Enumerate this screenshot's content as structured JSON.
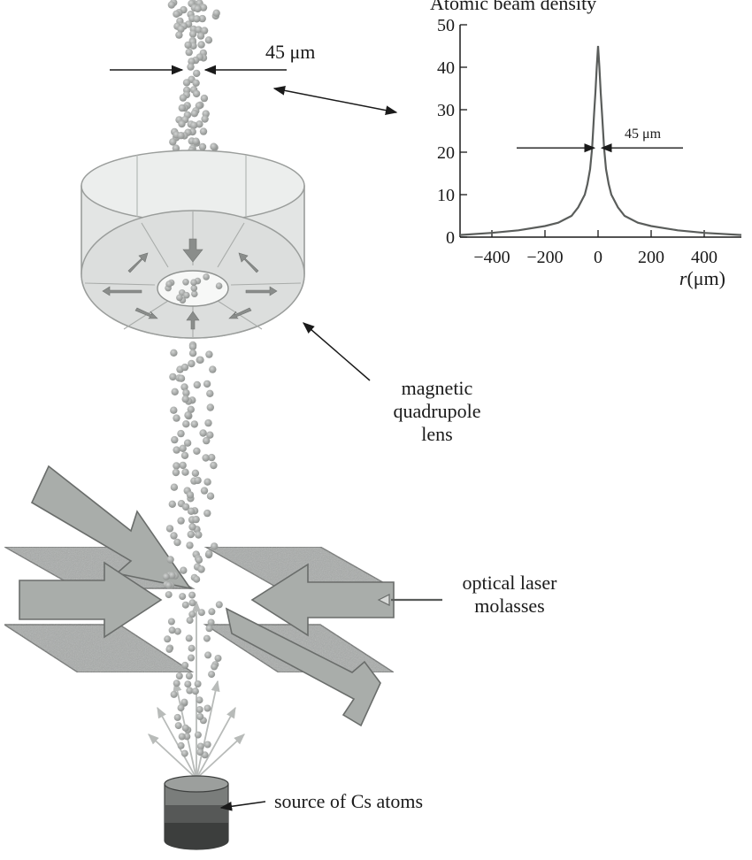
{
  "labels": {
    "beam_width_top": "45 μm",
    "lens": [
      "magnetic",
      "quadrupole",
      "lens"
    ],
    "molasses": [
      "optical laser",
      "molasses"
    ],
    "source": "source of Cs atoms"
  },
  "chart_data": {
    "type": "line",
    "title": "Atomic beam density",
    "xlabel_italic": "r",
    "xlabel_rest": "(μm)",
    "xlim": [
      -520,
      540
    ],
    "ylim": [
      0,
      50
    ],
    "xticks": [
      -400,
      -200,
      0,
      200,
      400
    ],
    "xtick_labels": [
      "−400",
      "−200",
      "0",
      "200",
      "400"
    ],
    "yticks": [
      0,
      10,
      20,
      30,
      40,
      50
    ],
    "ytick_labels": [
      "0",
      "10",
      "20",
      "30",
      "40",
      "50"
    ],
    "annotation": "45 μm",
    "annotation_y": 21,
    "series": [
      {
        "x": [
          -520,
          -400,
          -300,
          -200,
          -150,
          -100,
          -75,
          -50,
          -40,
          -30,
          -22.5,
          -15,
          -10,
          -5,
          0,
          5,
          10,
          15,
          22.5,
          30,
          40,
          50,
          75,
          100,
          150,
          200,
          300,
          400,
          540
        ],
        "y": [
          0.5,
          1,
          1.6,
          2.6,
          3.4,
          5,
          7,
          10,
          12.5,
          16,
          21,
          29,
          34,
          40,
          45,
          40,
          34,
          29,
          21,
          16,
          12.5,
          10,
          7,
          5,
          3.4,
          2.6,
          1.6,
          1,
          0.5
        ]
      }
    ]
  },
  "colors": {
    "ink": "#1a1a1a",
    "arrow_fill": "#a9adaa",
    "arrow_stroke": "#6e716f",
    "plate": "#a7aaa8",
    "lens_body": "#e6e8e7",
    "atom": "#9c9f9d",
    "source_dark": "#454746"
  }
}
